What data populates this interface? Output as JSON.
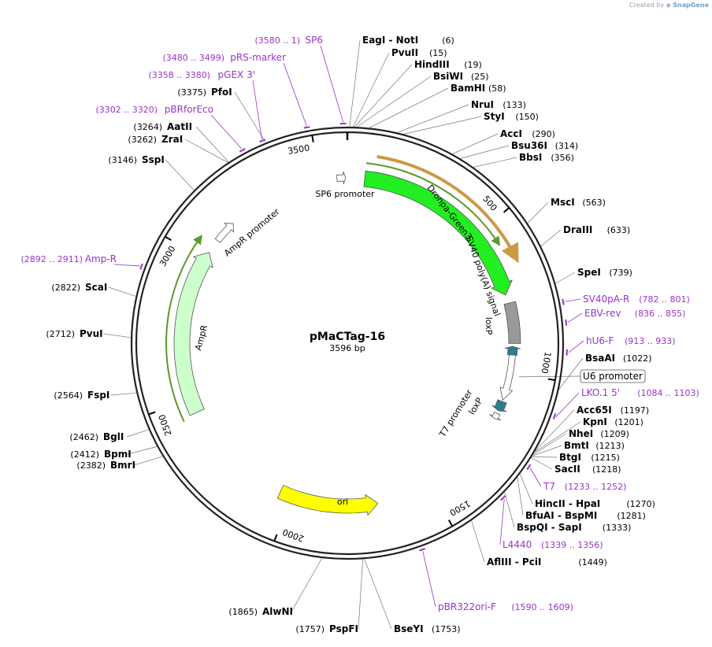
{
  "credit": {
    "created_by": "Created by",
    "brand": "SnapGene"
  },
  "plasmid": {
    "name": "pMaCTag-16",
    "length_label": "3596 bp",
    "length": 3596
  },
  "ruler_ticks": [
    {
      "pos": 500,
      "label": "500"
    },
    {
      "pos": 1000,
      "label": "1000"
    },
    {
      "pos": 1500,
      "label": "1500"
    },
    {
      "pos": 2000,
      "label": "2000"
    },
    {
      "pos": 2500,
      "label": "2500"
    },
    {
      "pos": 3000,
      "label": "3000"
    },
    {
      "pos": 3500,
      "label": "3500"
    }
  ],
  "features": [
    {
      "name": "Dronpa-Green3",
      "start": 60,
      "end": 730,
      "type": "cds",
      "color": "#22ee22",
      "label_side": "inner"
    },
    {
      "name": "SV40 poly(A) signal",
      "start": 760,
      "end": 900,
      "type": "terminator",
      "color": "#999999"
    },
    {
      "name": "loxP",
      "start": 910,
      "end": 940,
      "type": "site",
      "color": "#2e7d8c",
      "direction": "rev"
    },
    {
      "name": "loxP",
      "start": 1105,
      "end": 1140,
      "type": "site",
      "color": "#2e7d8c",
      "direction": "fwd"
    },
    {
      "name": "U6 promoter",
      "start": 940,
      "end": 1100,
      "type": "promoter",
      "color": "#ffffff"
    },
    {
      "name": "T7 promoter",
      "start": 1150,
      "end": 1170,
      "type": "promoter",
      "color": "#ffffff"
    },
    {
      "name": "ori",
      "start": 1690,
      "end": 2040,
      "type": "rep_origin",
      "color": "#ffff00"
    },
    {
      "name": "AmpR",
      "start": 2450,
      "end": 3030,
      "type": "cds",
      "color": "#ccffcc"
    },
    {
      "name": "AmpR promoter",
      "start": 3080,
      "end": 3160,
      "type": "promoter",
      "color": "#ffffff"
    },
    {
      "name": "SP6 promoter",
      "start": 3560,
      "end": 3590,
      "type": "promoter",
      "color": "#ffffff"
    }
  ],
  "orf_arcs": [
    {
      "start": 90,
      "end": 620,
      "color": "#cc9944",
      "fill": "#ffe8bb"
    },
    {
      "start": 60,
      "end": 560,
      "color": "#5a9a2a",
      "fill": "#5a9a2a"
    },
    {
      "start": 2440,
      "end": 3050,
      "color": "#5a9a2a",
      "fill": "#5a9a2a"
    }
  ],
  "primers": [
    {
      "name": "SP6",
      "range": "(3580 .. 1)",
      "pos": 3585
    },
    {
      "name": "pRS-marker",
      "range": "(3480 .. 3499)",
      "pos": 3490
    },
    {
      "name": "pGEX 3'",
      "range": "(3358 .. 3380)",
      "pos": 3369
    },
    {
      "name": "pBRforEco",
      "range": "(3302 .. 3320)",
      "pos": 3311
    },
    {
      "name": "Amp-R",
      "range": "(2892 .. 2911)",
      "pos": 2901
    },
    {
      "name": "SV40pA-R",
      "range": "(782 .. 801)",
      "pos": 791
    },
    {
      "name": "EBV-rev",
      "range": "(836 .. 855)",
      "pos": 845
    },
    {
      "name": "hU6-F",
      "range": "(913 .. 933)",
      "pos": 923
    },
    {
      "name": "LKO.1 5'",
      "range": "(1084 .. 1103)",
      "pos": 1093
    },
    {
      "name": "T7",
      "range": "(1233 .. 1252)",
      "pos": 1242
    },
    {
      "name": "L4440",
      "range": "(1339 .. 1356)",
      "pos": 1347
    },
    {
      "name": "pBR322ori-F",
      "range": "(1590 .. 1609)",
      "pos": 1599
    }
  ],
  "enzymes": [
    {
      "label": "EagI  - NotI",
      "pos_label": "(6)",
      "pos": 6
    },
    {
      "label": "PvuII",
      "pos_label": "(15)",
      "pos": 15
    },
    {
      "label": "HindIII",
      "pos_label": "(19)",
      "pos": 19
    },
    {
      "label": "BsiWI",
      "pos_label": "(25)",
      "pos": 25
    },
    {
      "label": "BamHI",
      "pos_label": "(58)",
      "pos": 58
    },
    {
      "label": "NruI",
      "pos_label": "(133)",
      "pos": 133
    },
    {
      "label": "StyI",
      "pos_label": "(150)",
      "pos": 150
    },
    {
      "label": "AccI",
      "pos_label": "(290)",
      "pos": 290
    },
    {
      "label": "Bsu36I",
      "pos_label": "(314)",
      "pos": 314
    },
    {
      "label": "BbsI",
      "pos_label": "(356)",
      "pos": 356
    },
    {
      "label": "MscI",
      "pos_label": "(563)",
      "pos": 563
    },
    {
      "label": "DraIII",
      "pos_label": "(633)",
      "pos": 633
    },
    {
      "label": "SpeI",
      "pos_label": "(739)",
      "pos": 739
    },
    {
      "label": "BsaAI",
      "pos_label": "(1022)",
      "pos": 1022
    },
    {
      "label": "Acc65I",
      "pos_label": "(1197)",
      "pos": 1197
    },
    {
      "label": "KpnI",
      "pos_label": "(1201)",
      "pos": 1201
    },
    {
      "label": "NheI",
      "pos_label": "(1209)",
      "pos": 1209
    },
    {
      "label": "BmtI",
      "pos_label": "(1213)",
      "pos": 1213
    },
    {
      "label": "BtgI",
      "pos_label": "(1215)",
      "pos": 1215
    },
    {
      "label": "SacII",
      "pos_label": "(1218)",
      "pos": 1218
    },
    {
      "label": "HincII  - HpaI",
      "pos_label": "(1270)",
      "pos": 1270
    },
    {
      "label": "BfuAI  - BspMI",
      "pos_label": "(1281)",
      "pos": 1281
    },
    {
      "label": "BspQI  - SapI",
      "pos_label": "(1333)",
      "pos": 1333
    },
    {
      "label": "AflIII  - PciI",
      "pos_label": "(1449)",
      "pos": 1449
    },
    {
      "label": "BseYI",
      "pos_label": "(1753)",
      "pos": 1753
    },
    {
      "label": "PspFI",
      "pos_label": "(1757)",
      "pos": 1757
    },
    {
      "label": "AlwNI",
      "pos_label": "(1865)",
      "pos": 1865
    },
    {
      "label": "BmrI",
      "pos_label": "(2382)",
      "pos": 2382
    },
    {
      "label": "BpmI",
      "pos_label": "(2412)",
      "pos": 2412
    },
    {
      "label": "BglI",
      "pos_label": "(2462)",
      "pos": 2462
    },
    {
      "label": "FspI",
      "pos_label": "(2564)",
      "pos": 2564
    },
    {
      "label": "PvuI",
      "pos_label": "(2712)",
      "pos": 2712
    },
    {
      "label": "ScaI",
      "pos_label": "(2822)",
      "pos": 2822
    },
    {
      "label": "SspI",
      "pos_label": "(3146)",
      "pos": 3146
    },
    {
      "label": "ZraI",
      "pos_label": "(3262)",
      "pos": 3262
    },
    {
      "label": "AatII",
      "pos_label": "(3264)",
      "pos": 3264
    },
    {
      "label": "PfoI",
      "pos_label": "(3375)",
      "pos": 3375
    }
  ],
  "colors": {
    "primer": "#9933cc",
    "enzyme": "#000000",
    "backbone": "#222222"
  }
}
